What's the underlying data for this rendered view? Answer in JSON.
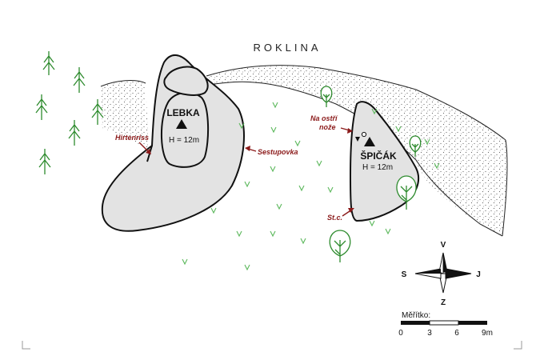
{
  "map": {
    "area_label": "ROKLINA",
    "rocks": [
      {
        "name": "LEBKA",
        "height": "H = 12m"
      },
      {
        "name": "ŠPIČÁK",
        "height": "H = 12m"
      }
    ],
    "routes": [
      "Hirtenriss",
      "Sestupovka",
      "Na ostří",
      "nože",
      "St.c."
    ],
    "compass": {
      "north": "V",
      "south": "Z",
      "west": "S",
      "east": "J"
    },
    "scale": {
      "title": "Měřítko:",
      "ticks": [
        "0",
        "3",
        "6",
        "9m"
      ]
    },
    "colors": {
      "rock_fill": "#e3e3e3",
      "outline": "#111111",
      "route_label": "#8b1a1a",
      "tree": "#2e8b2e",
      "grass": "#5cb85c"
    }
  }
}
